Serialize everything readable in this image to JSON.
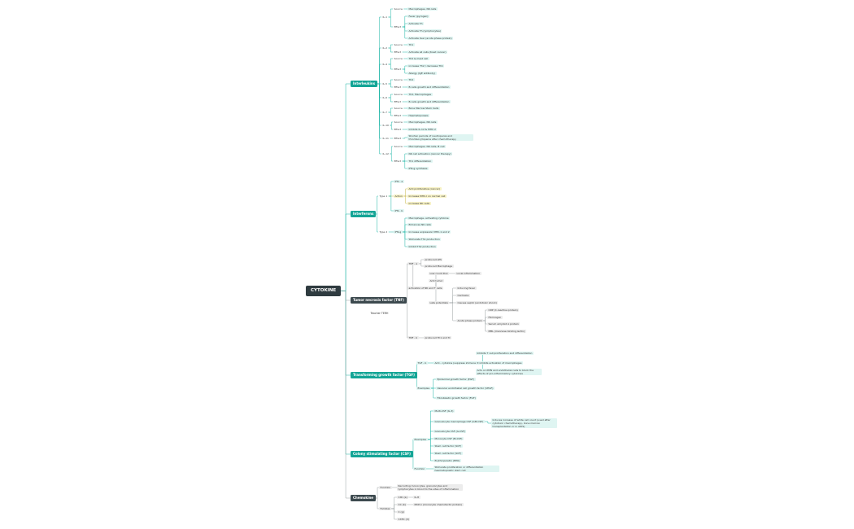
{
  "root": {
    "label": "CYTOKINE"
  },
  "branches": [
    {
      "label": "Interleukins"
    },
    {
      "label": "Interferons"
    },
    {
      "label": "Tumor necrosis factor (TNF)"
    },
    {
      "label": "Transforming growth factor (TGF)"
    },
    {
      "label": "Colony stimulating factor (CSF)"
    },
    {
      "label": "Chemokine"
    }
  ],
  "tnf_note": "Teacher TERH",
  "leaves": [
    "IL-1",
    "Source",
    "Macrophages, NK cells",
    "Effect",
    "Fever (pyrogen)",
    "Activate Th",
    "Activate Th (lymphocytes)",
    "Activate liver (acute phase protein)",
    "IL-2",
    "Source",
    "Th1",
    "Effect",
    "Activate all cells (treat cancer)",
    "IL-4",
    "Source",
    "Th2 & mast cell",
    "Effect",
    "increase Th2 / decrease Th1",
    "Allergy (IgE antibody)",
    "IL-5",
    "Source",
    "Th2",
    "Effect",
    "B cells growth and differentiation",
    "IL-6",
    "Source",
    "Th2, Macrophages",
    "Effect",
    "B cells growth and differentiation",
    "IL-7",
    "Source",
    "Bone Marrow Stem Cells",
    "Effect",
    "Haematopoiesis",
    "IL-10",
    "Source",
    "Macrophages, NK cells",
    "Effect",
    "Inhibits IL-12 & MHC 2",
    "IL-11",
    "Effect",
    "Shorten periods of neutropenia and thrombocytopenia after chemotherapy",
    "IL-12",
    "Source",
    "Macrophages, NK cells, B cell",
    "Effect",
    "NK cell activation (cancer therapy)",
    "Th1 differentiation",
    "IFN-g synthesis",
    "Type 1",
    "IFN - a",
    "Action",
    "Anti proliferative (cancer)",
    "Increase MHC-I on normal cell",
    "increase NK cells",
    "IFN - b",
    "Type 2",
    "IFN-g",
    "Macrophage- activating cytokine",
    "Enhances NK cells",
    "Increase expression MHC-1 and 2",
    "Stimulate Th1 production",
    "Inhibit Th2 production",
    "TNF - a",
    "produced LPS",
    "produced Macrophage",
    "Low count Dox",
    "Local inflammation",
    "activation of NK and T cells",
    "Anti tumor",
    "Inducing fever",
    "Cachexia",
    "Causes septic (endotoxic shock)",
    "Late potentials",
    "CRP (C-reactive protein)",
    "Fibrinogen",
    "Serum amyloid A protein",
    "MBL (mannose binding lectin)",
    "Acute phase protein",
    "TNF - b",
    "produced Th1 and Tc",
    "TGF - b",
    "Anti - cytokine (suppress immune response)",
    "Inhibits T cell proliferation and differentiation",
    "It inhibits activation of macrophages",
    "Acts on PMN and endothelial cells to block the effects of pro-inflammatory cytokines",
    "Examples",
    "Epidermal growth factor (EGF)",
    "Vascular endothelial cell growth factor (VEGF)",
    "Fibroblastic growth factor (FGF)",
    "Examples",
    "Multi-CSF (IL-3)",
    "Granulocyte macrophage CSF (GM-CSF)",
    "Induces increase of white cell count (used after cytotoxic chemotherapy, bone marrow transplantation or in AIDS)",
    "Granulocyte CSF (G-CSF)",
    "Monocyte CSF (M-CSF)",
    "Stem cell factor (SCF)",
    "Stem cell factor (SCF)",
    "Erythropoietin (EPO)",
    "Function",
    "Stimulate proliferation or differentiation haematopoietic stem cell",
    "Function",
    "Recruiting monocytes, granulocytes and lymphocytes in blood to the sites of inflammation",
    "Families",
    "CXC (a)",
    "IL-8",
    "CC (b)",
    "MCP-1 (monocyte chemotactic protein)",
    "C (g)",
    "CX3C (d)"
  ],
  "colors": {
    "teal": "#14a596",
    "dark": "#3d4a4f",
    "teal_line": "#1ab5a4",
    "grey_line": "#9aa0a2",
    "yellow_line": "#c9b84a"
  }
}
